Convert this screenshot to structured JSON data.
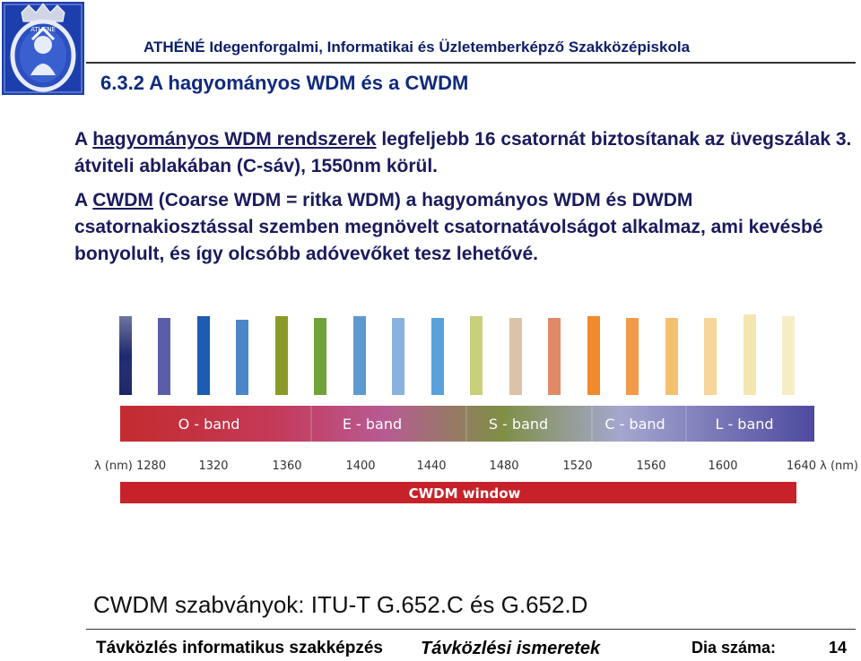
{
  "header": {
    "school": "ATHÉNÉ Idegenforgalmi, Informatikai és Üzletemberképző Szakközépiskola",
    "logo_text": "ATHENE"
  },
  "section_title": "6.3.2  A hagyományos WDM és a CWDM",
  "paragraphs": {
    "p1": {
      "pre": "A ",
      "link": "hagyományos WDM rendszerek",
      "post": " legfeljebb 16 csatornát biztosítanak az üvegszálak 3. átviteli ablakában (C-sáv), 1550nm körül."
    },
    "p2": {
      "pre": "A ",
      "link": "CWDM",
      "post": " (Coarse WDM = ritka WDM) a hagyományos WDM és DWDM csatornakiosztással szemben megnövelt csatornatávolságot alkalmaz, ami kevésbé bonyolult, és így olcsóbb adóvevőket tesz lehetővé."
    }
  },
  "figure": {
    "bands": [
      "O - band",
      "E - band",
      "S - band",
      "C - band",
      "L - band"
    ],
    "axis_start": "λ (nm) 1280",
    "axis_end": "1640 λ (nm)",
    "ticks": [
      "1320",
      "1360",
      "1400",
      "1440",
      "1480",
      "1520",
      "1560",
      "1600"
    ],
    "window_label": "CWDM window",
    "colors": {
      "band_red": "#c42b2e",
      "band_purple": "#7d6ab0",
      "window": "#c7222a"
    }
  },
  "standards": "CWDM szabványok: ITU-T G.652.C és G.652.D",
  "footer": {
    "left": "Távközlés informatikus szakképzés",
    "center": "Távközlési ismeretek",
    "slide_label": "Dia száma:",
    "slide_number": "14"
  }
}
